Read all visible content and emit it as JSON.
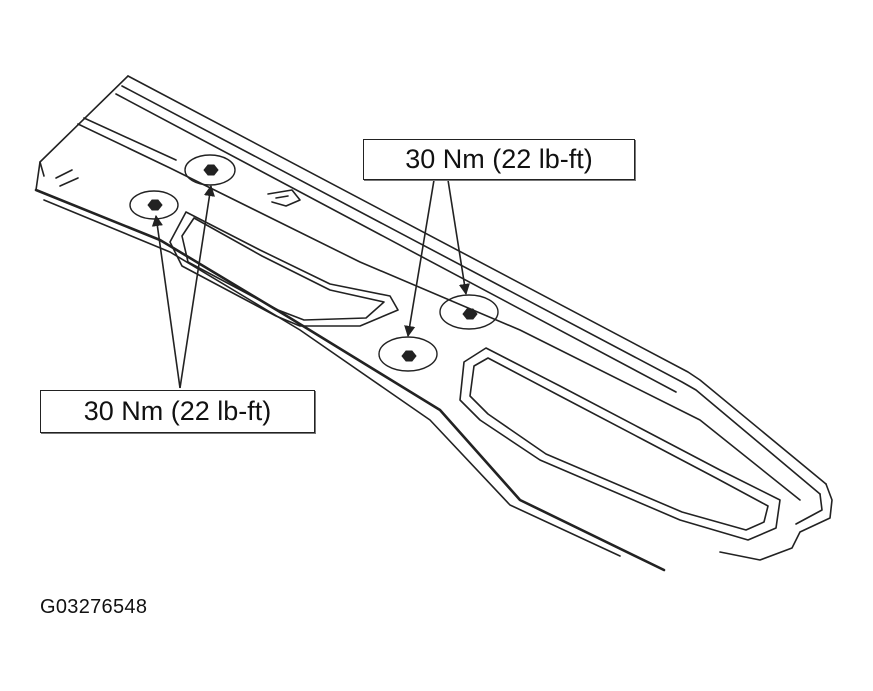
{
  "callouts": {
    "top_torque": "30 Nm (22 lb-ft)",
    "bottom_torque": "30 Nm (22 lb-ft)"
  },
  "figure_id": "G03276548",
  "colors": {
    "line": "#222222",
    "background": "#ffffff"
  },
  "icons": {
    "fastener": "bolt-head-icon",
    "pointer": "arrow-icon"
  }
}
